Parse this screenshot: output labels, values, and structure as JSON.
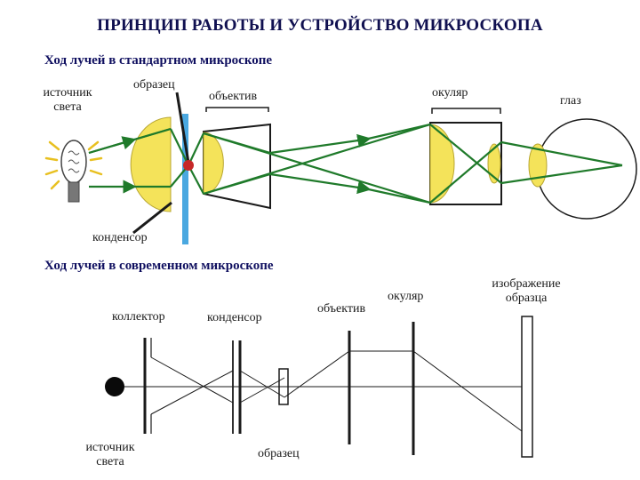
{
  "title": "ПРИНЦИП РАБОТЫ И УСТРОЙСТВО МИКРОСКОПА",
  "standard": {
    "heading": "Ход лучей в стандартном микроскопе",
    "source_line1": "источник",
    "source_line2": "света",
    "sample": "образец",
    "objective": "объектив",
    "eyepiece": "окуляр",
    "eye": "глаз",
    "condenser": "конденсор"
  },
  "modern": {
    "heading": "Ход лучей в современном микроскопе",
    "collector": "коллектор",
    "condenser": "конденсор",
    "objective": "объектив",
    "eyepiece": "окуляр",
    "image_line1": "изображение",
    "image_line2": "образца",
    "source_line1": "источник",
    "source_line2": "света",
    "sample": "образец"
  },
  "colors": {
    "ray": "#1f7a2a",
    "lens": "#f4e35a",
    "slide": "#4aa8e0",
    "sample_dot": "#c62828",
    "title": "#101050"
  }
}
